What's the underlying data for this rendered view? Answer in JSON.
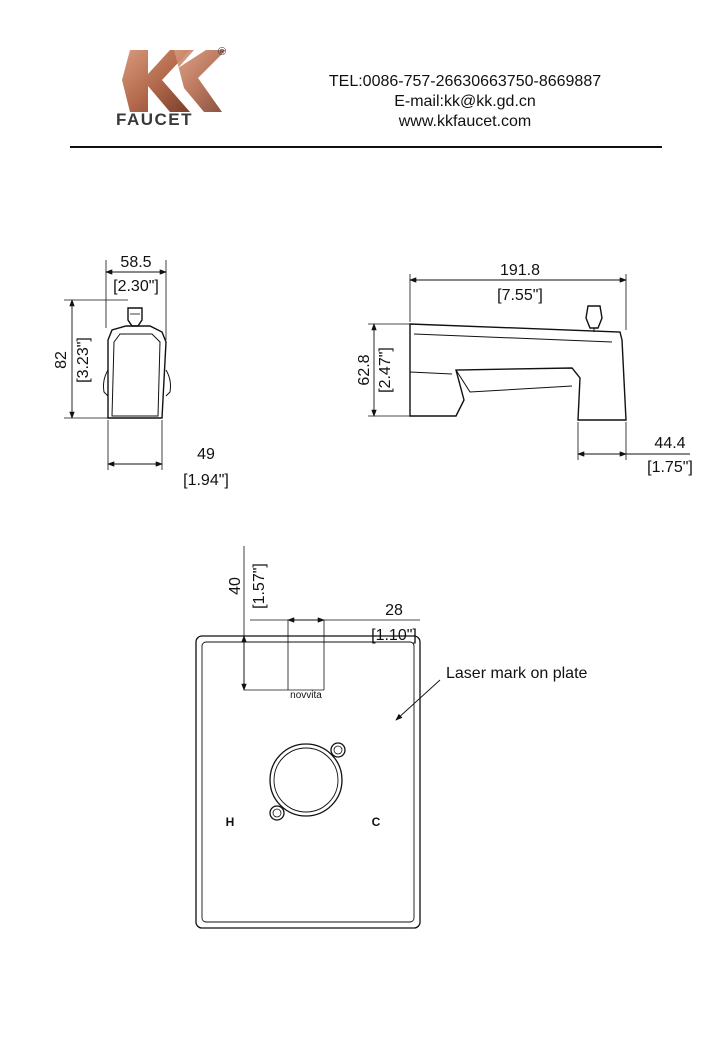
{
  "header": {
    "brand_mark": "K",
    "brand_name": "FAUCET",
    "registered": "®",
    "tel": "TEL:0086-757-26630663750-8669887",
    "email": "E-mail:kk@kk.gd.cn",
    "web": "www.kkfaucet.com"
  },
  "colors": {
    "brand": "#b56b4e",
    "brand_dark": "#7a3e2a",
    "line": "#111111"
  },
  "front_view": {
    "width_mm": "58.5",
    "width_in": "[2.30\"]",
    "height_mm": "82",
    "height_in": "[3.23\"]",
    "depth_mm": "49",
    "depth_in": "[1.94\"]"
  },
  "side_view": {
    "length_mm": "191.8",
    "length_in": "[7.55\"]",
    "height_mm": "62.8",
    "height_in": "[2.47\"]",
    "outlet_mm": "44.4",
    "outlet_in": "[1.75\"]"
  },
  "plate": {
    "offset_mm": "40",
    "offset_in": "[1.57\"]",
    "mark_width_mm": "28",
    "mark_width_in": "[1.10\"]",
    "laser_note": "Laser mark on plate",
    "logo_text": "novvita",
    "hot": "H",
    "cold": "C"
  }
}
